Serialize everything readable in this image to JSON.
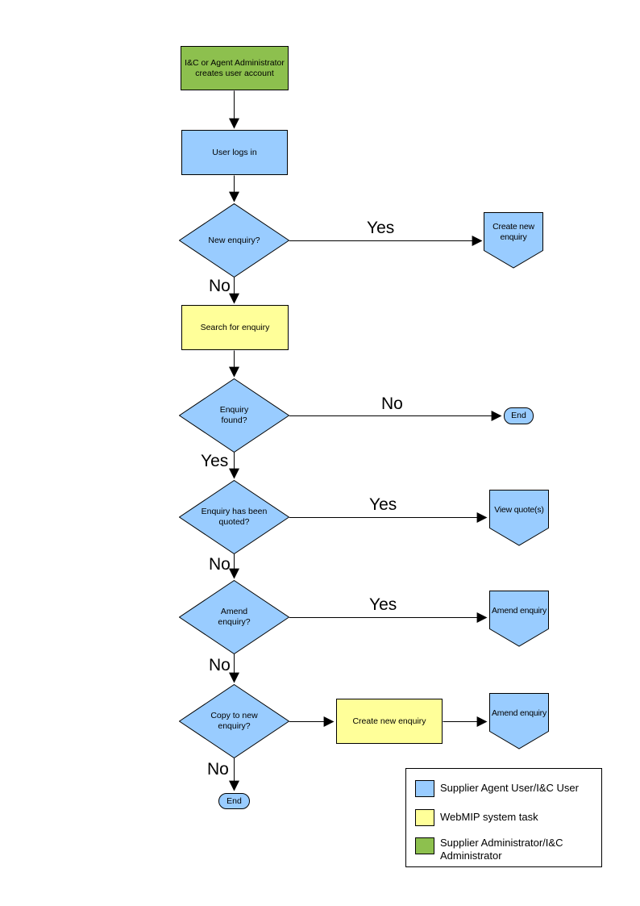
{
  "diagram": {
    "colors": {
      "user_shape": "#99CCFF",
      "system_shape": "#FFFF99",
      "admin_shape": "#8DC04E",
      "outline": "#000000"
    },
    "nodes": {
      "admin_creates_account": "I&C or Agent Administrator creates user account",
      "user_logs_in": "User logs in",
      "new_enquiry_q": "New enquiry?",
      "create_new_enquiry_offpage": "Create new enquiry",
      "search_for_enquiry": "Search for enquiry",
      "enquiry_found_q": "Enquiry found?",
      "end_top": "End",
      "enquiry_quoted_q": "Enquiry has been quoted?",
      "view_quotes": "View quote(s)",
      "amend_enquiry_q": "Amend enquiry?",
      "amend_enquiry_offpage_1": "Amend enquiry",
      "copy_to_new_q": "Copy to new enquiry?",
      "create_new_enquiry_task": "Create new enquiry",
      "amend_enquiry_offpage_2": "Amend enquiry",
      "end_bottom": "End"
    },
    "edge_labels": {
      "yes_new_enquiry": "Yes",
      "no_new_enquiry": "No",
      "no_enquiry_found": "No",
      "yes_enquiry_found": "Yes",
      "yes_quoted": "Yes",
      "no_quoted": "No",
      "yes_amend": "Yes",
      "no_amend": "No",
      "no_copy": "No"
    },
    "legend": {
      "items": [
        {
          "color": "#99CCFF",
          "label": "Supplier Agent User/I&C User"
        },
        {
          "color": "#FFFF99",
          "label": "WebMIP system task"
        },
        {
          "color": "#8DC04E",
          "label": "Supplier Administrator/I&C Administrator"
        }
      ]
    }
  }
}
